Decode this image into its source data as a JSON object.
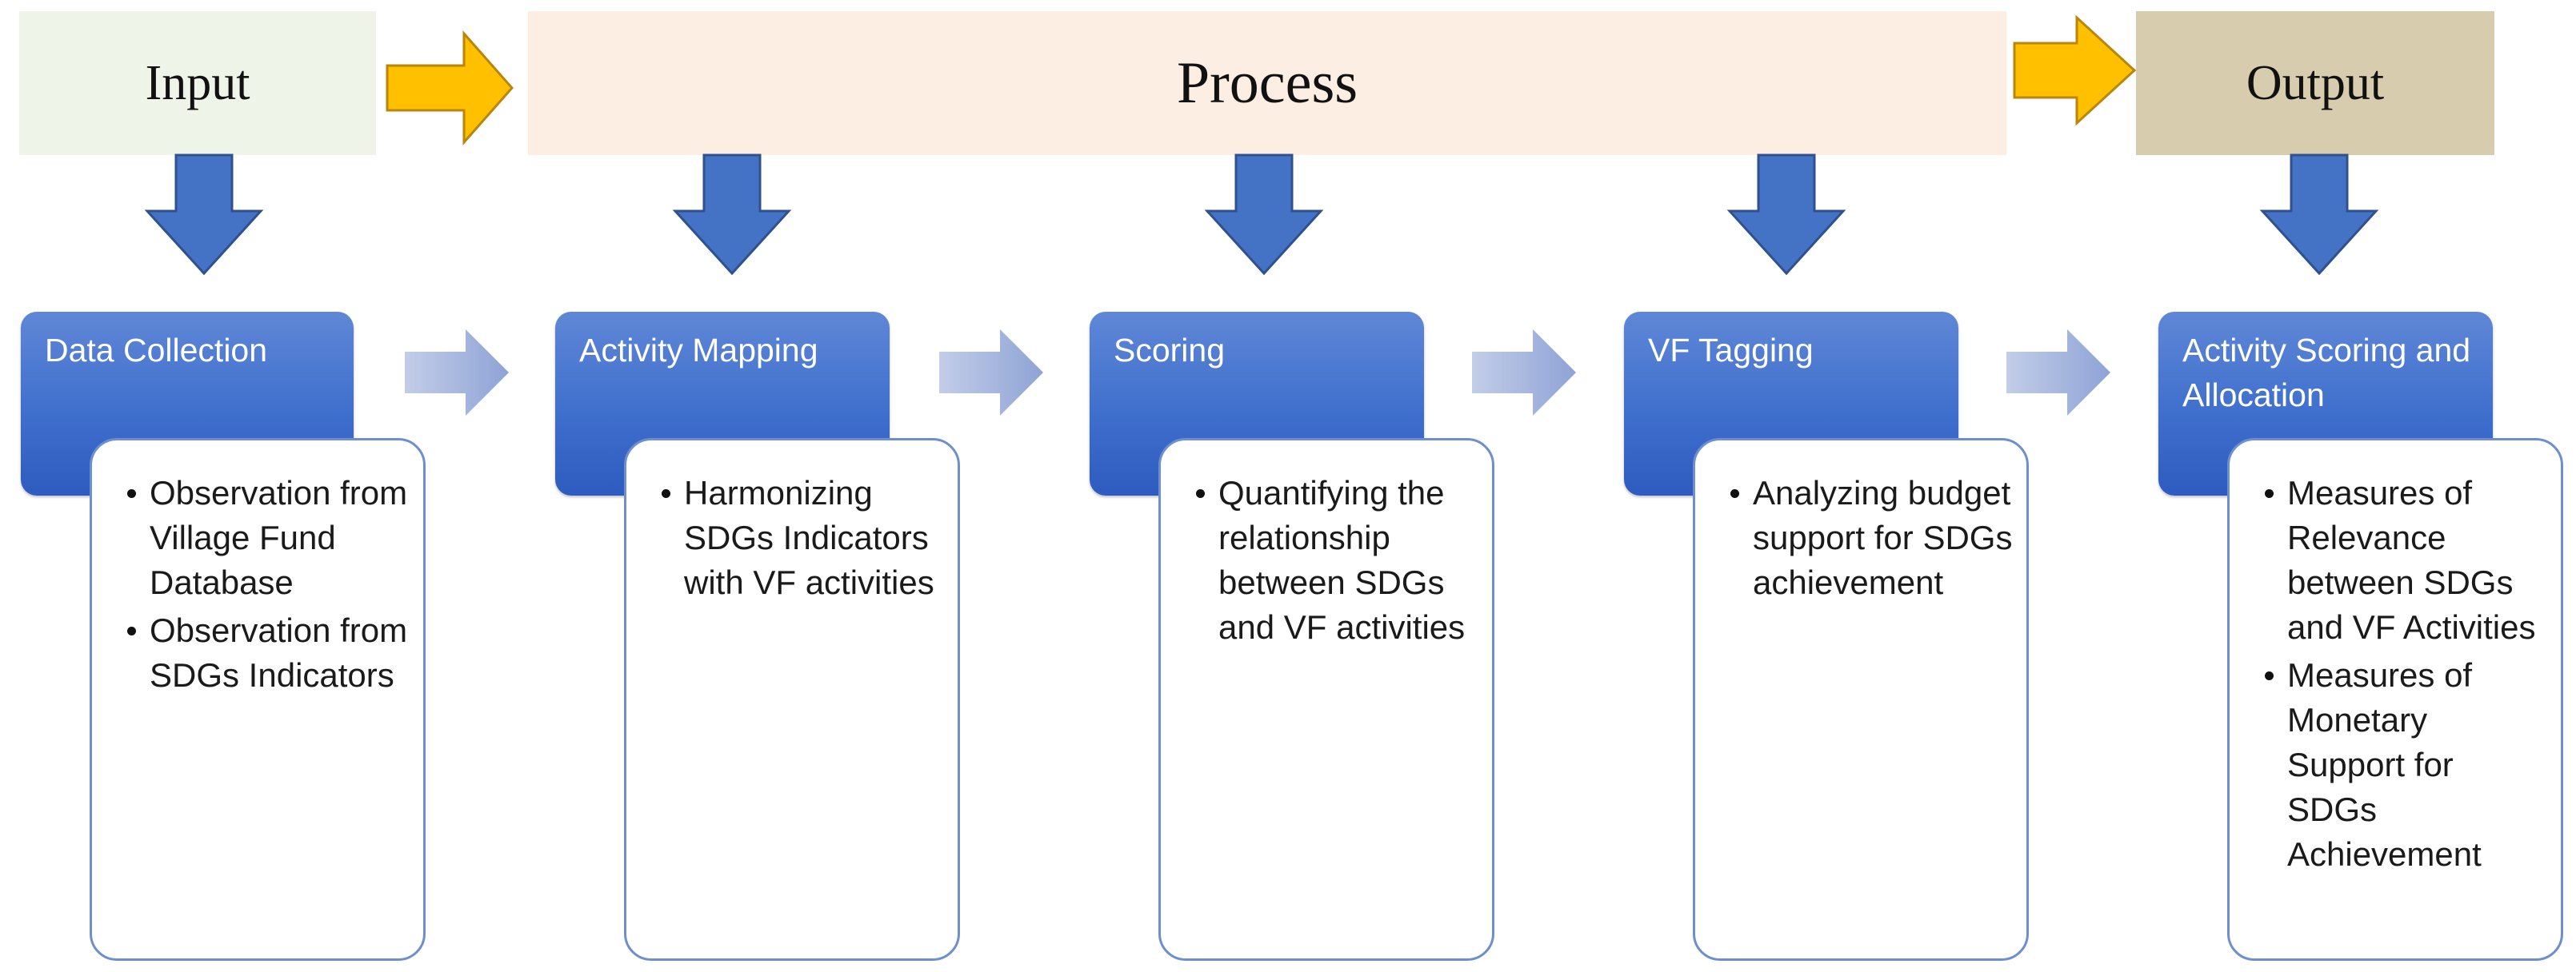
{
  "header": {
    "input": "Input",
    "process": "Process",
    "output": "Output"
  },
  "steps": [
    {
      "title": "Data Collection",
      "bullets": [
        "Observation from Village Fund Database",
        "Observation from SDGs Indicators"
      ]
    },
    {
      "title": "Activity Mapping",
      "bullets": [
        "Harmonizing SDGs Indicators with VF activities"
      ]
    },
    {
      "title": "Scoring",
      "bullets": [
        "Quantifying the relationship between SDGs and VF activities"
      ]
    },
    {
      "title": "VF Tagging",
      "bullets": [
        "Analyzing budget support for SDGs achievement"
      ]
    },
    {
      "title": "Activity Scoring and Allocation",
      "bullets": [
        "Measures of Relevance between SDGs and VF Activities",
        "Measures of Monetary Support for SDGs Achievement"
      ]
    }
  ],
  "colors": {
    "step_blue": "#4472c4",
    "detail_border": "#6e8fce",
    "phase_arrow": "#ffc000",
    "flow_arrow": "#a9b8dc",
    "input_band": "#eef5e8",
    "process_band": "#fdeee4",
    "output_band": "#d8ccae"
  }
}
